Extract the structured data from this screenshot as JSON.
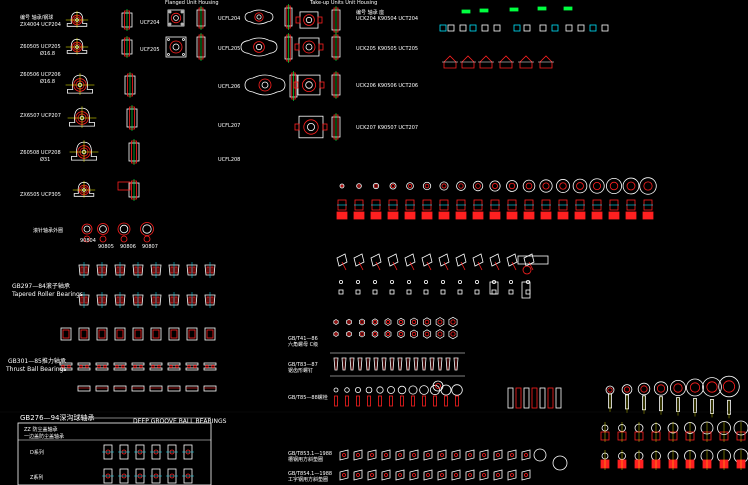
{
  "labels": {
    "pb_head": "编号 轴承/钢球",
    "pb_1": "ZX4004 UCP204",
    "pb_2a": "Z60505 UCP205",
    "pb_2b": "Ø16.8",
    "pb_3a": "Z60506 UCP206",
    "pb_3b": "Ø16.8",
    "pb_4": "ZX6507 UCP207",
    "pb_5a": "Z60508 UCP208",
    "pb_5b": "Ø31",
    "pb_6": "ZX6505 UCP305",
    "fl_title": "Flanged Unit Housing",
    "fl_1": "UCF204",
    "fl_2": "UCF205",
    "fl2_1": "UCFL204",
    "fl2_2": "UCFL205",
    "fl2_3": "UCFL206",
    "fl2_4": "UCFL207",
    "fl2_5": "UCFL208",
    "tu_title": "Take-up Units Unit Housing",
    "tu_head": "编号 轴承 座",
    "tu_1": "UCK204 K90504 UCT204",
    "tu_2": "UCK205 K90505 UCT205",
    "tu_3": "UCK206 K90506 UCT206",
    "tu_4": "UCK207 K90507 UCT207",
    "nb_head": "滚针轴承外圈",
    "nb_1": "90804",
    "nb_2": "90805",
    "nb_3": "90806",
    "nb_4": "90807",
    "tr_title1": "GB297—84滚子轴承",
    "tr_title2": "Tapered Roller Bearings",
    "th_title1": "GB301—85推力轴承",
    "th_title2": "Thrust Ball Bearings",
    "dg_title": "GB276—94深沟球轴承",
    "dg_title_en": "DEEP GROOVE BALL BEARINGS",
    "dg_box1": "ZZ 防尘盖轴承",
    "dg_box2": "一边盖防尘盖轴承",
    "dg_row1": "D系列",
    "dg_row2": "Z系列",
    "gb1": "GB/T41—86",
    "gb1_sub": "六角螺母 C级",
    "gb2": "GB/T83—87",
    "gb2_sub": "锯齿形螺钉",
    "gb3": "GB/T85—88螺栓",
    "gb4": "GB/T853.1—1988",
    "gb4_sub": "槽钢用方斜垫圈",
    "gb5": "GB/T854.1—1988",
    "gb5_sub": "工字钢用方斜垫圈"
  },
  "colors": {
    "line_red": "#ff2020",
    "line_white": "#ffffff",
    "line_yellow": "#ffff00",
    "line_cyan": "#00e5ff",
    "line_green": "#00ff40",
    "line_magenta": "#ff40ff",
    "background": "#000000"
  }
}
